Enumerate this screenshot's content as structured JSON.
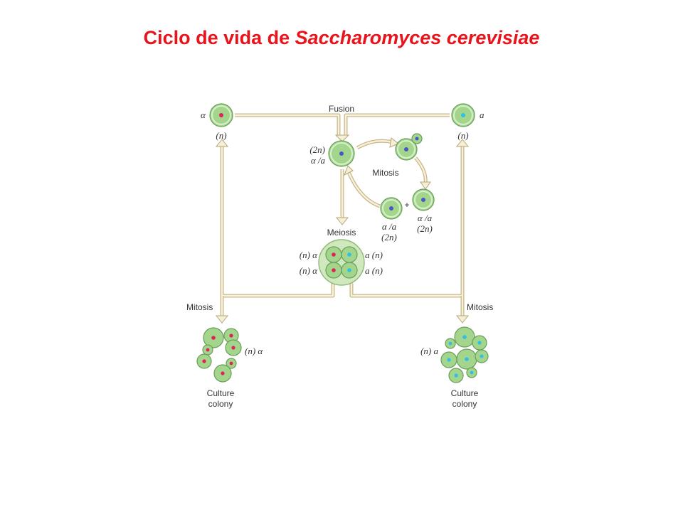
{
  "title": {
    "prefix": "Ciclo de vida de ",
    "species": "Saccharomyces cerevisiae"
  },
  "colors": {
    "title": "#e8141b",
    "cell_fill": "#a3d68c",
    "cell_stroke": "#6a9e5a",
    "nucleus_alpha": "#e0215a",
    "nucleus_a": "#2ec0e8",
    "nucleus_diploid": "#4a55c8",
    "pipe": "#c9b88a"
  },
  "labels": {
    "fusion": "Fusion",
    "mitosis_center": "Mitosis",
    "meiosis": "Meiosis",
    "mitosis_left": "Mitosis",
    "mitosis_right": "Mitosis",
    "alpha_cell": "α",
    "alpha_ploidy": "(n)",
    "a_cell": "a",
    "a_ploidy": "(n)",
    "diploid_ploidy": "(2n)",
    "diploid_mating": "α /a",
    "daughter_left_mating": "α /a",
    "daughter_left_ploidy": "(2n)",
    "daughter_right_mating": "α /a",
    "daughter_right_ploidy": "(2n)",
    "plus": "+",
    "tetrad_top_left": "(n) α",
    "tetrad_bottom_left": "(n) α",
    "tetrad_top_right": "a (n)",
    "tetrad_bottom_right": "a (n)",
    "colony_left_genotype": "(n) α",
    "colony_right_genotype": "(n) a",
    "colony_left_line1": "Culture",
    "colony_left_line2": "colony",
    "colony_right_line1": "Culture",
    "colony_right_line2": "colony"
  }
}
